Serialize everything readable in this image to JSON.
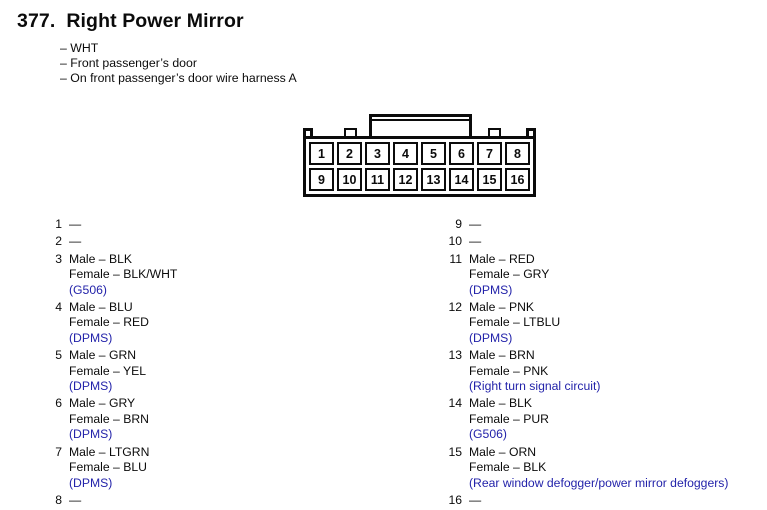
{
  "colors": {
    "text": "#0b0b0b",
    "reference_blue": "#2323aa",
    "background": "#ffffff"
  },
  "header": {
    "number": "377.",
    "title": "Right Power Mirror",
    "bullets": [
      "– WHT",
      "– Front passenger’s door",
      "– On front passenger’s door wire harness A"
    ]
  },
  "connector": {
    "description": "16-pin connector front view",
    "pin_rows": [
      [
        "1",
        "2",
        "3",
        "4",
        "5",
        "6",
        "7",
        "8"
      ],
      [
        "9",
        "10",
        "11",
        "12",
        "13",
        "14",
        "15",
        "16"
      ]
    ]
  },
  "pin_list": {
    "left": [
      {
        "num": "1",
        "lines": [
          {
            "text": "—"
          }
        ]
      },
      {
        "num": "2",
        "lines": [
          {
            "text": "—"
          }
        ]
      },
      {
        "num": "3",
        "lines": [
          {
            "text": "Male – BLK"
          },
          {
            "text": "Female – BLK/WHT"
          },
          {
            "text": "(G506)",
            "ref": true
          }
        ]
      },
      {
        "num": "4",
        "lines": [
          {
            "text": "Male – BLU"
          },
          {
            "text": "Female – RED"
          },
          {
            "text": "(DPMS)",
            "ref": true
          }
        ]
      },
      {
        "num": "5",
        "lines": [
          {
            "text": "Male – GRN"
          },
          {
            "text": "Female – YEL"
          },
          {
            "text": "(DPMS)",
            "ref": true
          }
        ]
      },
      {
        "num": "6",
        "lines": [
          {
            "text": "Male – GRY"
          },
          {
            "text": "Female – BRN"
          },
          {
            "text": "(DPMS)",
            "ref": true
          }
        ]
      },
      {
        "num": "7",
        "lines": [
          {
            "text": "Male – LTGRN"
          },
          {
            "text": "Female – BLU"
          },
          {
            "text": "(DPMS)",
            "ref": true
          }
        ]
      },
      {
        "num": "8",
        "lines": [
          {
            "text": "—"
          }
        ]
      }
    ],
    "right": [
      {
        "num": "9",
        "lines": [
          {
            "text": "—"
          }
        ]
      },
      {
        "num": "10",
        "lines": [
          {
            "text": "—"
          }
        ]
      },
      {
        "num": "11",
        "lines": [
          {
            "text": "Male – RED"
          },
          {
            "text": "Female – GRY"
          },
          {
            "text": "(DPMS)",
            "ref": true
          }
        ]
      },
      {
        "num": "12",
        "lines": [
          {
            "text": "Male – PNK"
          },
          {
            "text": "Female – LTBLU"
          },
          {
            "text": "(DPMS)",
            "ref": true
          }
        ]
      },
      {
        "num": "13",
        "lines": [
          {
            "text": "Male – BRN"
          },
          {
            "text": "Female – PNK"
          },
          {
            "text": "(Right turn signal circuit)",
            "ref": true
          }
        ]
      },
      {
        "num": "14",
        "lines": [
          {
            "text": "Male – BLK"
          },
          {
            "text": "Female – PUR"
          },
          {
            "text": "(G506)",
            "ref": true
          }
        ]
      },
      {
        "num": "15",
        "lines": [
          {
            "text": "Male – ORN"
          },
          {
            "text": "Female – BLK"
          },
          {
            "text": "(Rear window defogger/power mirror defoggers)",
            "ref": true
          }
        ]
      },
      {
        "num": "16",
        "lines": [
          {
            "text": "—"
          }
        ]
      }
    ]
  }
}
